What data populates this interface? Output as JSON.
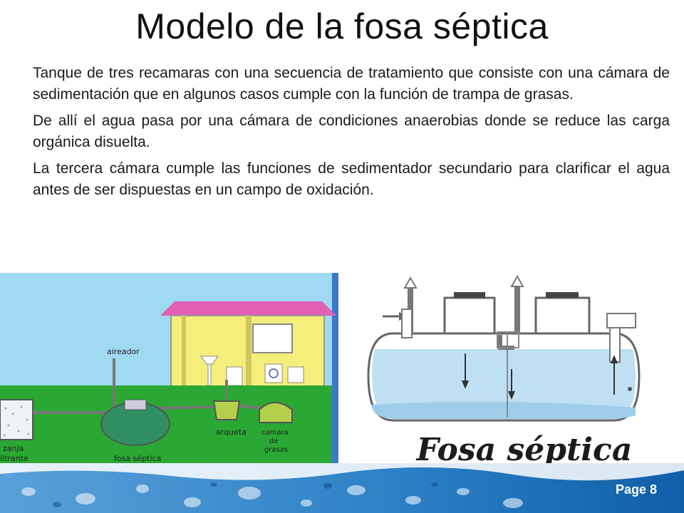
{
  "slide": {
    "title": "Modelo de la fosa séptica",
    "paragraphs": [
      "Tanque  de tres recamaras con una secuencia de tratamiento que consiste con una cámara de sedimentación que en algunos casos cumple con la función de trampa de grasas.",
      "De allí el agua pasa por una cámara de condiciones anaerobias donde se reduce las carga orgánica disuelta.",
      "La tercera cámara cumple las funciones de sedimentador secundario para clarificar el agua antes de ser dispuestas en un campo de oxidación."
    ],
    "page_label": "Page 8"
  },
  "left_diagram": {
    "labels": {
      "aireador": "aireador",
      "arqueta": "arqueta",
      "camara": "camara",
      "de": "de",
      "grasas": "grasas",
      "zanja": "zanja",
      "filtrante": "iltrante",
      "fosa": "fosa séptica"
    }
  },
  "right_diagram": {
    "caption": "Fosa séptica"
  },
  "colors": {
    "sky": "#9fd9f2",
    "grass": "#2aa833",
    "house_wall": "#f5ee7a",
    "house_roof": "#e060b4",
    "tank": "#2f8f63",
    "water": "#bfe0f3",
    "footer_blue": "#1b6fb8"
  }
}
